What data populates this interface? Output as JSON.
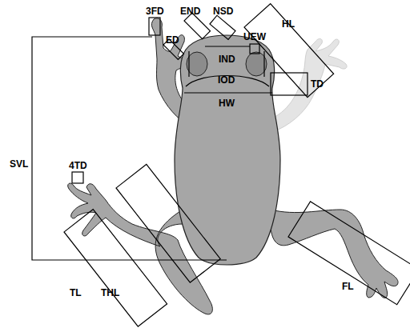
{
  "diagram": {
    "labels": [
      "3FD",
      "END",
      "NSD",
      "ED",
      "HL",
      "UEW",
      "IND",
      "IOD",
      "TD",
      "HW",
      "SVL",
      "4TD",
      "TL",
      "THL",
      "FL"
    ]
  }
}
